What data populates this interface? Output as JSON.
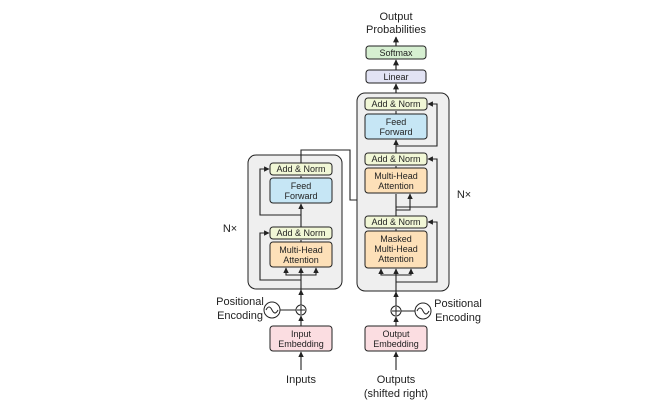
{
  "output_label_line1": "Output",
  "output_label_line2": "Probabilities",
  "softmax_label": "Softmax",
  "linear_label": "Linear",
  "encoder": {
    "repeat_label": "N×",
    "add_norm_top": "Add & Norm",
    "feed_forward_line1": "Feed",
    "feed_forward_line2": "Forward",
    "add_norm_bottom": "Add & Norm",
    "attention_line1": "Multi-Head",
    "attention_line2": "Attention",
    "pos_encoding_line1": "Positional",
    "pos_encoding_line2": "Encoding",
    "embedding_line1": "Input",
    "embedding_line2": "Embedding",
    "input_label": "Inputs"
  },
  "decoder": {
    "repeat_label": "N×",
    "add_norm_top": "Add & Norm",
    "feed_forward_line1": "Feed",
    "feed_forward_line2": "Forward",
    "add_norm_middle": "Add & Norm",
    "cross_attention_line1": "Multi-Head",
    "cross_attention_line2": "Attention",
    "add_norm_bottom": "Add & Norm",
    "masked_attention_line1": "Masked",
    "masked_attention_line2": "Multi-Head",
    "masked_attention_line3": "Attention",
    "pos_encoding_line1": "Positional",
    "pos_encoding_line2": "Encoding",
    "embedding_line1": "Output",
    "embedding_line2": "Embedding",
    "output_label_line1": "Outputs",
    "output_label_line2": "(shifted right)"
  },
  "colors": {
    "add_norm_fill": "#f1f7d6",
    "feed_forward_fill": "#c6e6f5",
    "attention_fill": "#fde0b8",
    "embedding_fill": "#fbdde1",
    "linear_fill": "#e2e3f4",
    "softmax_fill": "#d6efd1",
    "stack_fill": "#efefef",
    "stroke": "#222222"
  }
}
